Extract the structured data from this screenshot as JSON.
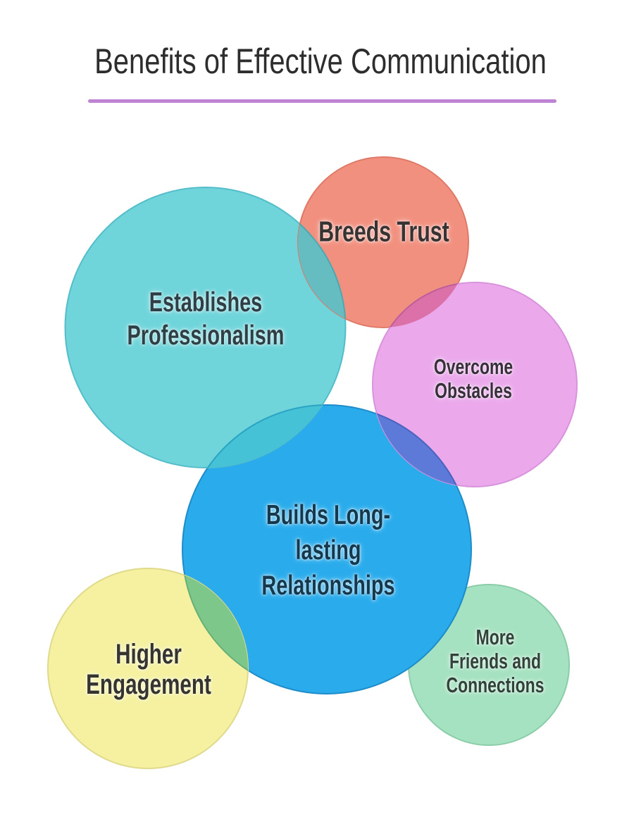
{
  "page": {
    "background": "#FFFFFF"
  },
  "header": {
    "title": "Benefits of Effective Communication",
    "title_color": "#2D2D2D",
    "divider_color": "#BE83D2"
  },
  "bubbles": [
    {
      "id": "establishes-professionalism",
      "label": "Establishes Professionalism",
      "lines": [
        "Establishes",
        "Professionalism"
      ],
      "color": "#6FD5DB",
      "text_color": "#2E3F46"
    },
    {
      "id": "breeds-trust",
      "label": "Breeds Trust",
      "lines": [
        "Breeds Trust"
      ],
      "color": "#F2907F",
      "text_color": "#373332"
    },
    {
      "id": "overcome-obstacles",
      "label": "Overcome Obstacles",
      "lines": [
        "Overcome",
        "Obstacles"
      ],
      "color": "#EBA9EC",
      "text_color": "#363138"
    },
    {
      "id": "builds-long-lasting-relationships",
      "label": "Builds Long-lasting Relationships",
      "lines": [
        "Builds Long-",
        "lasting",
        "Relationships"
      ],
      "color": "#2AACEC",
      "text_color": "#14394F"
    },
    {
      "id": "higher-engagement",
      "label": "Higher Engagement",
      "lines": [
        "Higher",
        "Engagement"
      ],
      "color": "#F5F1A0",
      "text_color": "#353430"
    },
    {
      "id": "more-friends-and-connections",
      "label": "More Friends and Connections",
      "lines": [
        "More",
        "Friends and",
        "Connections"
      ],
      "color": "#A5E2C1",
      "text_color": "#31423A"
    }
  ],
  "overlaps": [
    {
      "between": "establishes-professionalism + builds-long-lasting-relationships",
      "color": "#45C2D5"
    },
    {
      "between": "establishes-professionalism + breeds-trust",
      "color": "#66BDC1"
    },
    {
      "between": "breeds-trust + overcome-obstacles",
      "color": "#DC70A9"
    },
    {
      "between": "overcome-obstacles + builds-long-lasting-relationships",
      "color": "#5E7AD9"
    },
    {
      "between": "higher-engagement + builds-long-lasting-relationships",
      "color": "#7EC78B"
    }
  ]
}
